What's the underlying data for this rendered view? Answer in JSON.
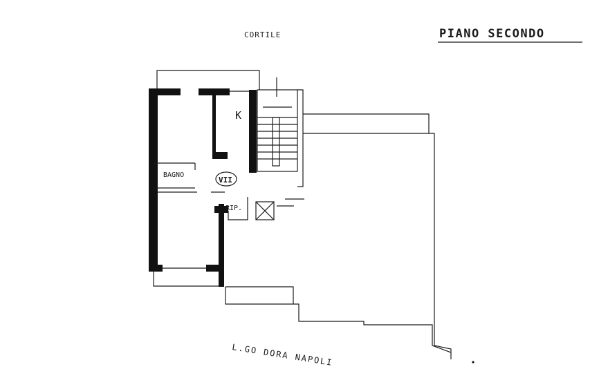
{
  "plan": {
    "title": "PIANO SECONDO",
    "courtyard_label": "CORTILE",
    "street_label": "L.GO DORA NAPOLI",
    "rooms": {
      "kitchen": "K",
      "bathroom": "BAGNO",
      "storage": "RIP."
    },
    "unit_number": "VII"
  }
}
